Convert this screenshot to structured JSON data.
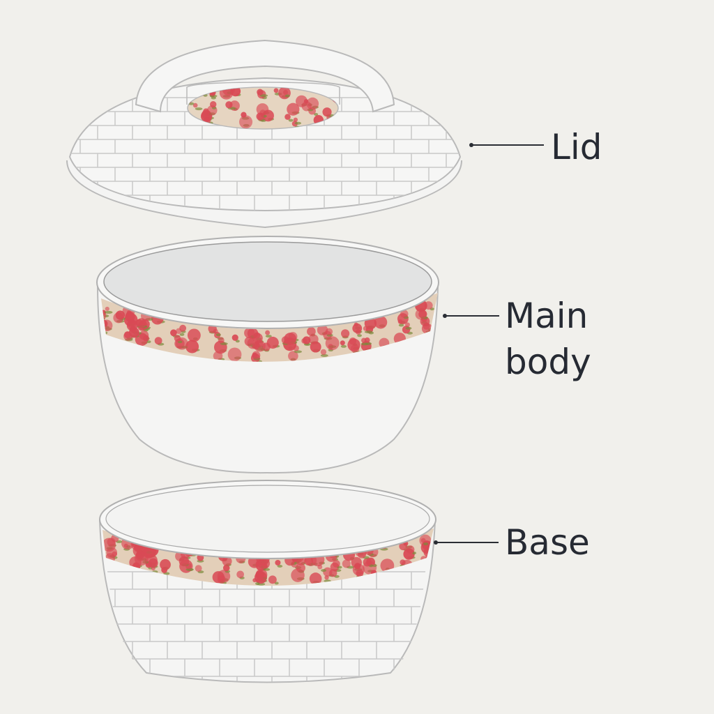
{
  "labels": {
    "lid": "Lid",
    "main_body_line1": "Main",
    "main_body_line2": "body",
    "base": "Base"
  },
  "colors": {
    "background": "#f1f0ec",
    "outline": "#b9b9b9",
    "band": "#e3cfb9",
    "rose": "#d94a55",
    "leaf": "#7c8a3c",
    "text": "#262a33"
  }
}
